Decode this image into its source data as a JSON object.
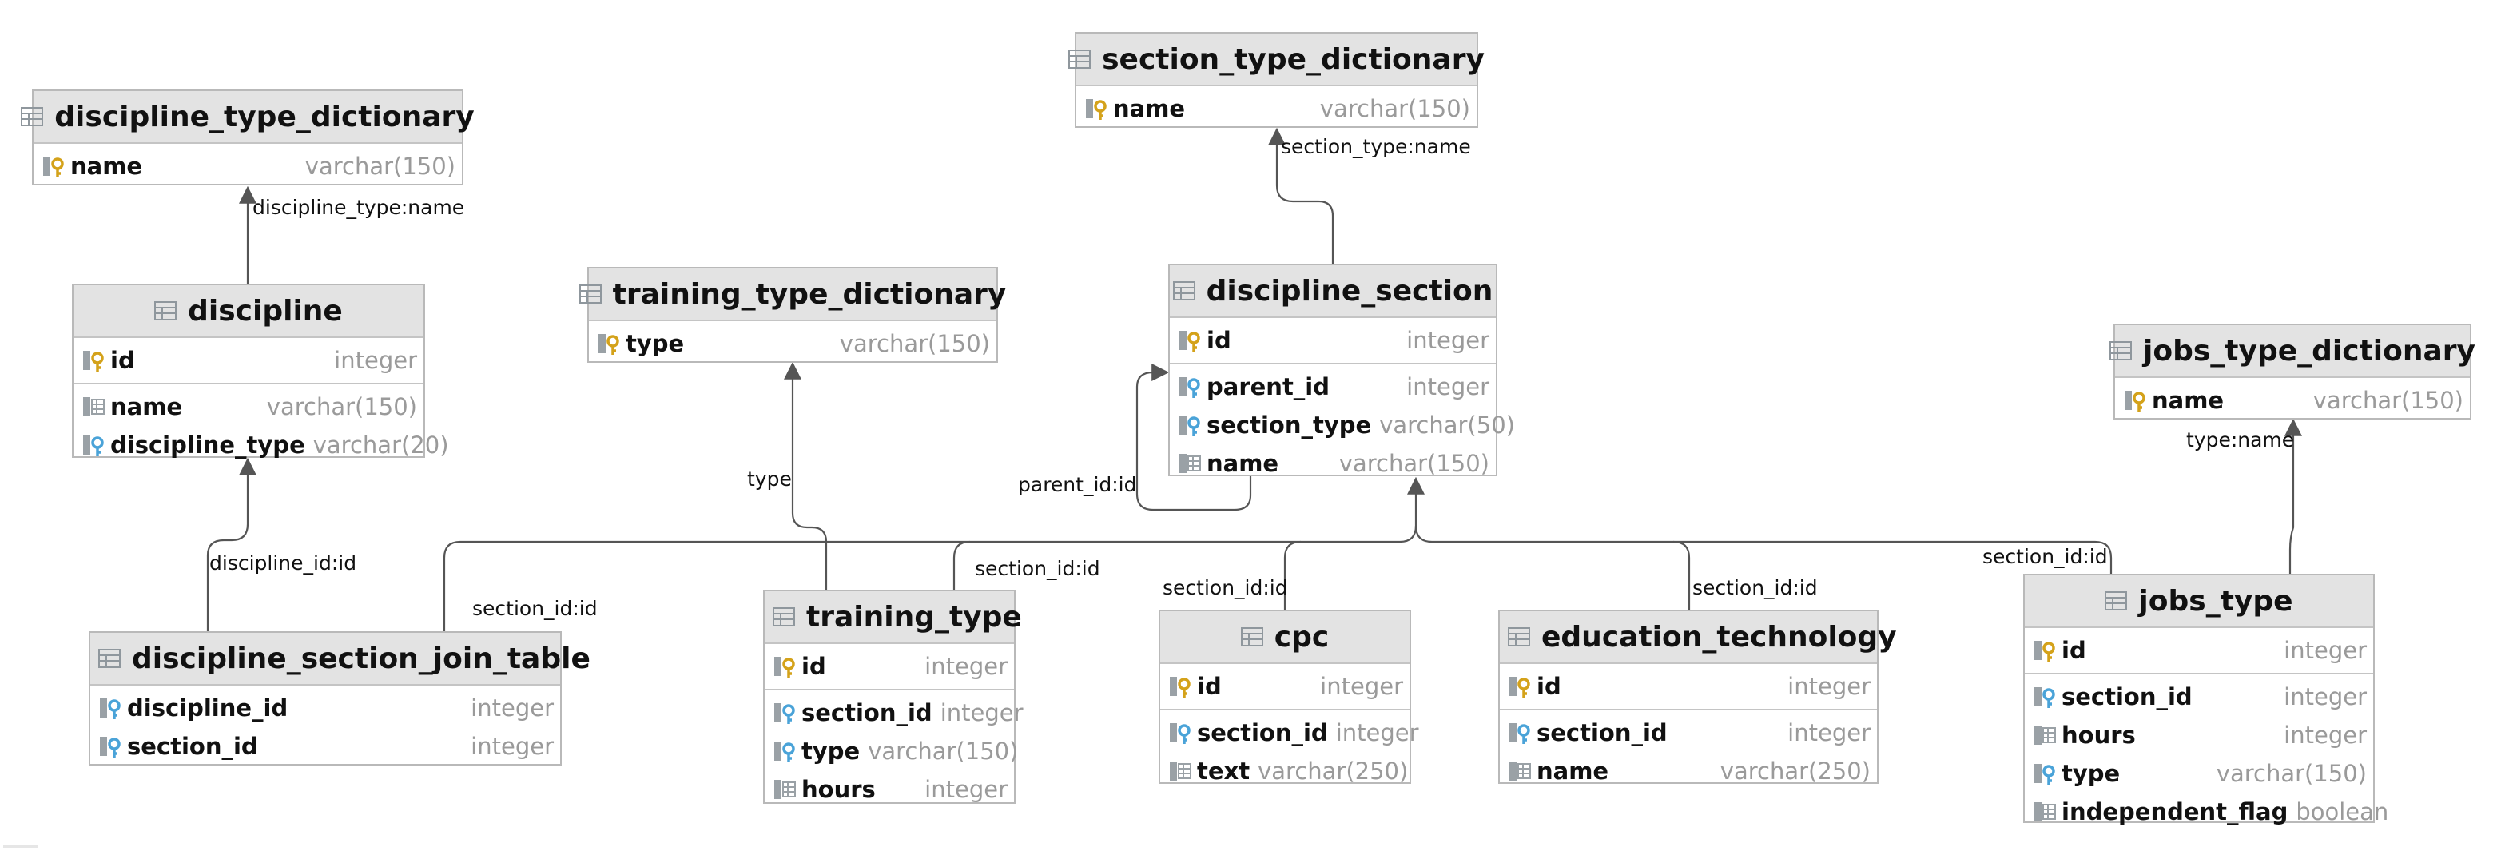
{
  "diagram_title": "",
  "tables": {
    "section_type_dictionary": {
      "name": "section_type_dictionary",
      "cols": [
        {
          "name": "name",
          "type": "varchar(150)",
          "icon": "primary-key-icon"
        }
      ]
    },
    "discipline_type_dictionary": {
      "name": "discipline_type_dictionary",
      "cols": [
        {
          "name": "name",
          "type": "varchar(150)",
          "icon": "primary-key-icon"
        }
      ]
    },
    "discipline": {
      "name": "discipline",
      "cols": [
        {
          "name": "id",
          "type": "integer",
          "icon": "primary-key-icon"
        },
        {
          "name": "name",
          "type": "varchar(150)",
          "icon": "column-icon"
        },
        {
          "name": "discipline_type",
          "type": "varchar(20)",
          "icon": "foreign-key-icon"
        }
      ]
    },
    "training_type_dictionary": {
      "name": "training_type_dictionary",
      "cols": [
        {
          "name": "type",
          "type": "varchar(150)",
          "icon": "primary-key-icon"
        }
      ]
    },
    "discipline_section": {
      "name": "discipline_section",
      "cols": [
        {
          "name": "id",
          "type": "integer",
          "icon": "primary-key-icon"
        },
        {
          "name": "parent_id",
          "type": "integer",
          "icon": "foreign-key-icon"
        },
        {
          "name": "section_type",
          "type": "varchar(50)",
          "icon": "foreign-key-icon"
        },
        {
          "name": "name",
          "type": "varchar(150)",
          "icon": "column-icon"
        }
      ]
    },
    "jobs_type_dictionary": {
      "name": "jobs_type_dictionary",
      "cols": [
        {
          "name": "name",
          "type": "varchar(150)",
          "icon": "primary-key-icon"
        }
      ]
    },
    "discipline_section_join_table": {
      "name": "discipline_section_join_table",
      "cols": [
        {
          "name": "discipline_id",
          "type": "integer",
          "icon": "primary-foreign-key-icon"
        },
        {
          "name": "section_id",
          "type": "integer",
          "icon": "primary-foreign-key-icon"
        }
      ]
    },
    "training_type": {
      "name": "training_type",
      "cols": [
        {
          "name": "id",
          "type": "integer",
          "icon": "primary-key-icon"
        },
        {
          "name": "section_id",
          "type": "integer",
          "icon": "foreign-key-icon"
        },
        {
          "name": "type",
          "type": "varchar(150)",
          "icon": "foreign-key-icon"
        },
        {
          "name": "hours",
          "type": "integer",
          "icon": "column-icon"
        }
      ]
    },
    "cpc": {
      "name": "cpc",
      "cols": [
        {
          "name": "id",
          "type": "integer",
          "icon": "primary-key-icon"
        },
        {
          "name": "section_id",
          "type": "integer",
          "icon": "foreign-key-icon"
        },
        {
          "name": "text",
          "type": "varchar(250)",
          "icon": "column-icon"
        }
      ]
    },
    "education_technology": {
      "name": "education_technology",
      "cols": [
        {
          "name": "id",
          "type": "integer",
          "icon": "primary-key-icon"
        },
        {
          "name": "section_id",
          "type": "integer",
          "icon": "foreign-key-icon"
        },
        {
          "name": "name",
          "type": "varchar(250)",
          "icon": "column-icon"
        }
      ]
    },
    "jobs_type": {
      "name": "jobs_type",
      "cols": [
        {
          "name": "id",
          "type": "integer",
          "icon": "primary-key-icon"
        },
        {
          "name": "section_id",
          "type": "integer",
          "icon": "foreign-key-icon"
        },
        {
          "name": "hours",
          "type": "integer",
          "icon": "column-icon"
        },
        {
          "name": "type",
          "type": "varchar(150)",
          "icon": "foreign-key-icon"
        },
        {
          "name": "independent_flag",
          "type": "boolean",
          "icon": "column-icon"
        }
      ]
    }
  },
  "relations": [
    {
      "from": "discipline",
      "to": "discipline_type_dictionary",
      "label": "discipline_type:name"
    },
    {
      "from": "discipline_section",
      "to": "section_type_dictionary",
      "label": "section_type:name"
    },
    {
      "from": "discipline_section",
      "to": "discipline_section",
      "label": "parent_id:id"
    },
    {
      "from": "training_type",
      "to": "training_type_dictionary",
      "label": "type"
    },
    {
      "from": "jobs_type",
      "to": "jobs_type_dictionary",
      "label": "type:name"
    },
    {
      "from": "discipline_section_join_table",
      "to": "discipline",
      "label": "discipline_id:id"
    },
    {
      "from": "discipline_section_join_table",
      "to": "discipline_section",
      "label": "section_id:id"
    },
    {
      "from": "training_type",
      "to": "discipline_section",
      "label": "section_id:id"
    },
    {
      "from": "cpc",
      "to": "discipline_section",
      "label": "section_id:id"
    },
    {
      "from": "education_technology",
      "to": "discipline_section",
      "label": "section_id:id"
    },
    {
      "from": "jobs_type",
      "to": "discipline_section",
      "label": "section_id:id"
    }
  ],
  "colors": {
    "line": "#555555",
    "header_bg": "#e3e3e3",
    "border": "#b9b9b9",
    "type_text": "#9a9a9a",
    "key_gold": "#d4a21a",
    "key_blue": "#4aa3d8"
  }
}
